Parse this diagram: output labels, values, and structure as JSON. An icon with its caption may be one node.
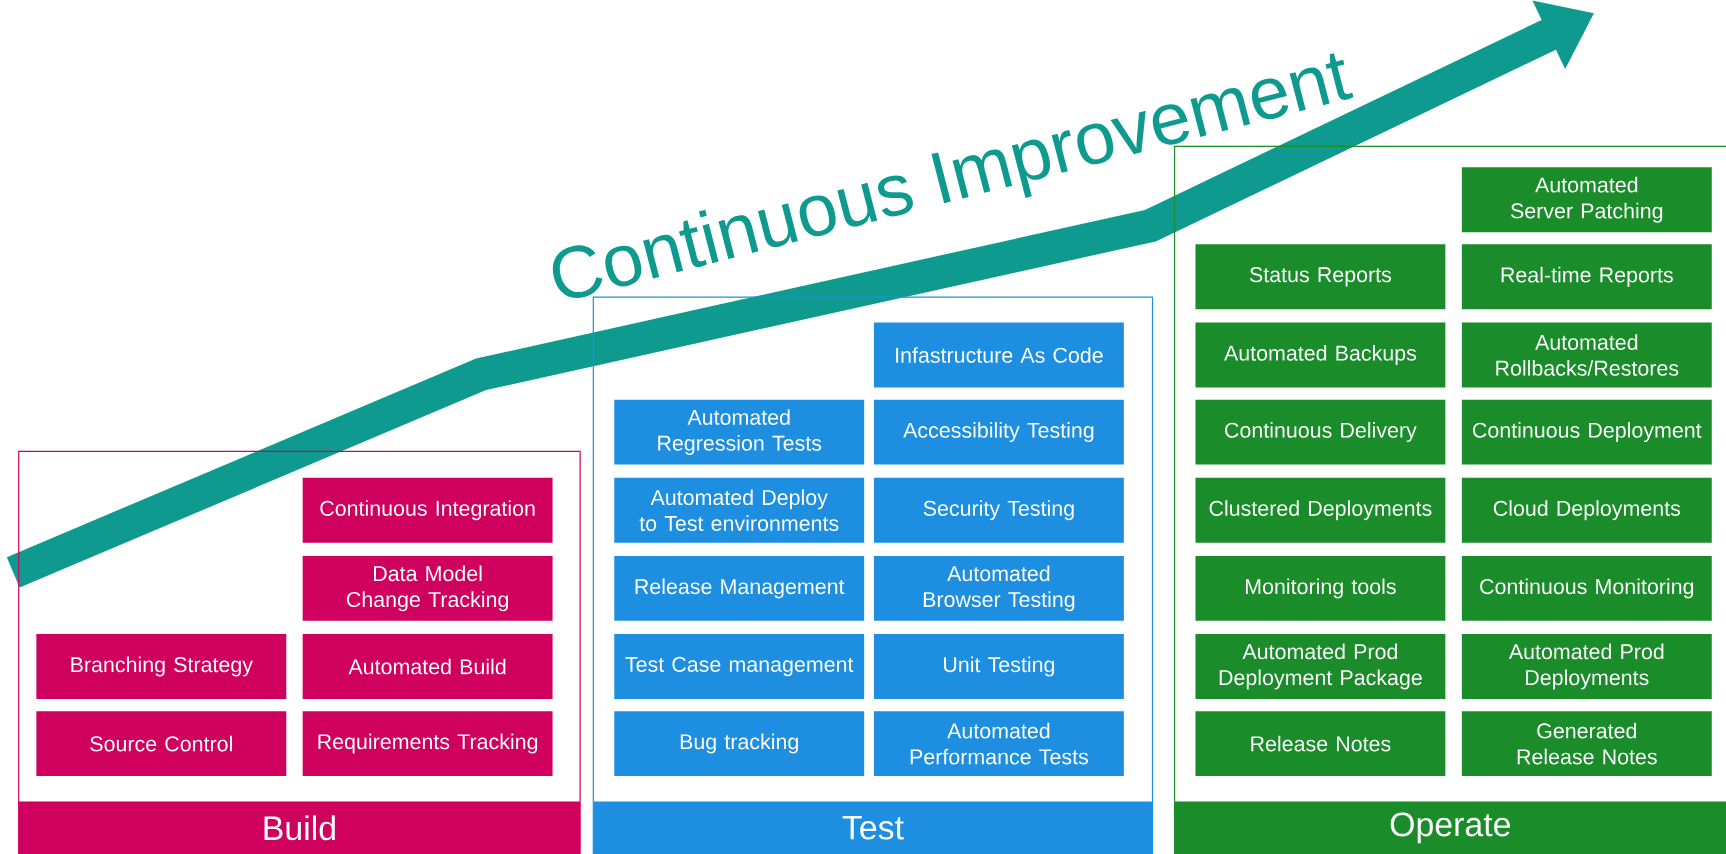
{
  "diagram": {
    "nodes": [
      {
        "text": [
          "Build"
        ]
      },
      {
        "text": [
          "Continuous Integration"
        ],
        "in": 0
      },
      {
        "text": [
          "Data Model Change Tracking"
        ],
        "in": 0
      },
      {
        "text": [
          "Branching Strategy"
        ],
        "in": 0
      },
      {
        "text": [
          "Automated Build"
        ],
        "in": 0
      },
      {
        "text": [
          "Source Control"
        ],
        "in": 0
      },
      {
        "text": [
          "Requirements Tracking"
        ],
        "in": 0
      },
      {
        "text": [
          "Test"
        ]
      },
      {
        "text": [
          "Infastructure As Code"
        ],
        "in": 7
      },
      {
        "text": [
          "Automated Regression Tests"
        ],
        "in": 7
      },
      {
        "text": [
          "Accessibility Testing"
        ],
        "in": 7
      },
      {
        "text": [
          "Automated Deploy to Test environments"
        ],
        "in": 7
      },
      {
        "text": [
          "Security Testing"
        ],
        "in": 7
      },
      {
        "text": [
          "Release Management"
        ],
        "in": 7
      },
      {
        "text": [
          "Automated Browser Testing"
        ],
        "in": 7
      },
      {
        "text": [
          "Test Case management"
        ],
        "in": 7
      },
      {
        "text": [
          "Unit Testing"
        ],
        "in": 7
      },
      {
        "text": [
          "Bug tracking"
        ],
        "in": 7
      },
      {
        "text": [
          "Automated Performance Tests"
        ],
        "in": 7
      },
      {
        "text": [
          "Operate"
        ]
      },
      {
        "text": [
          "Automated Server Patching"
        ],
        "in": 19
      },
      {
        "text": [
          "Status Reports"
        ],
        "in": 19
      },
      {
        "text": [
          "Real-time Reports"
        ],
        "in": 19
      },
      {
        "text": [
          "Automated Backups"
        ],
        "in": 19
      },
      {
        "text": [
          "Automated Rollbacks/Restores"
        ],
        "in": 19
      },
      {
        "text": [
          "Continuous Delivery"
        ],
        "in": 19
      },
      {
        "text": [
          "Continuous Deployment"
        ],
        "in": 19
      },
      {
        "text": [
          "Clustered Deployments"
        ],
        "in": 19
      },
      {
        "text": [
          "Cloud Deployments"
        ],
        "in": 19
      },
      {
        "text": [
          "Monitoring tools"
        ],
        "in": 19
      },
      {
        "text": [
          "Continuous Monitoring"
        ],
        "in": 19
      },
      {
        "text": [
          "Automated Prod Deployment Package"
        ],
        "in": 19
      },
      {
        "text": [
          "Automated Prod Deployments"
        ],
        "in": 19
      },
      {
        "text": [
          "Release Notes"
        ],
        "in": 19
      },
      {
        "text": [
          "Generated Release Notes"
        ],
        "in": 19
      }
    ],
    "labels": [
      "Continuous Improvement"
    ]
  }
}
